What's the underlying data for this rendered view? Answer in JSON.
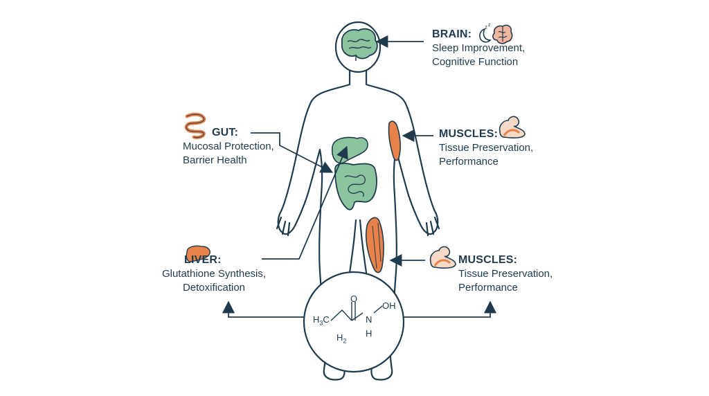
{
  "brain": {
    "title": "BRAIN:",
    "line1": "Sleep Improvement,",
    "line2": "Cognitive Function"
  },
  "gut": {
    "title": "GUT:",
    "line1": "Mucosal Protection,",
    "line2": "Barrier Health"
  },
  "muscles_upper": {
    "title": "MUSCLES:",
    "line1": "Tissue Preservation,",
    "line2": "Performance"
  },
  "muscles_lower": {
    "title": "MUSCLES:",
    "line1": "Tissue Preservation,",
    "line2": "Performance"
  },
  "liver": {
    "title": "LIVER:",
    "line1": "Glutathione Synthesis,",
    "line2": "Detoxification"
  },
  "molecule": {
    "ch3": "H",
    "ch3_sub": "3",
    "ch2_main": "H",
    "ch2_sub": "2",
    "carbon_c": "C",
    "carbonyl_o": "O",
    "n": "N",
    "oh": "OH",
    "nh": "H"
  },
  "colors": {
    "outline": "#1f3a4d",
    "organ_green": "#8cc4a0",
    "muscle_orange": "#e8824a",
    "skin": "#f6d9c6"
  },
  "icons": [
    "brain-icon",
    "sleep-moon-icon",
    "intestine-icon",
    "flexed-arm-icon",
    "liver-icon"
  ]
}
